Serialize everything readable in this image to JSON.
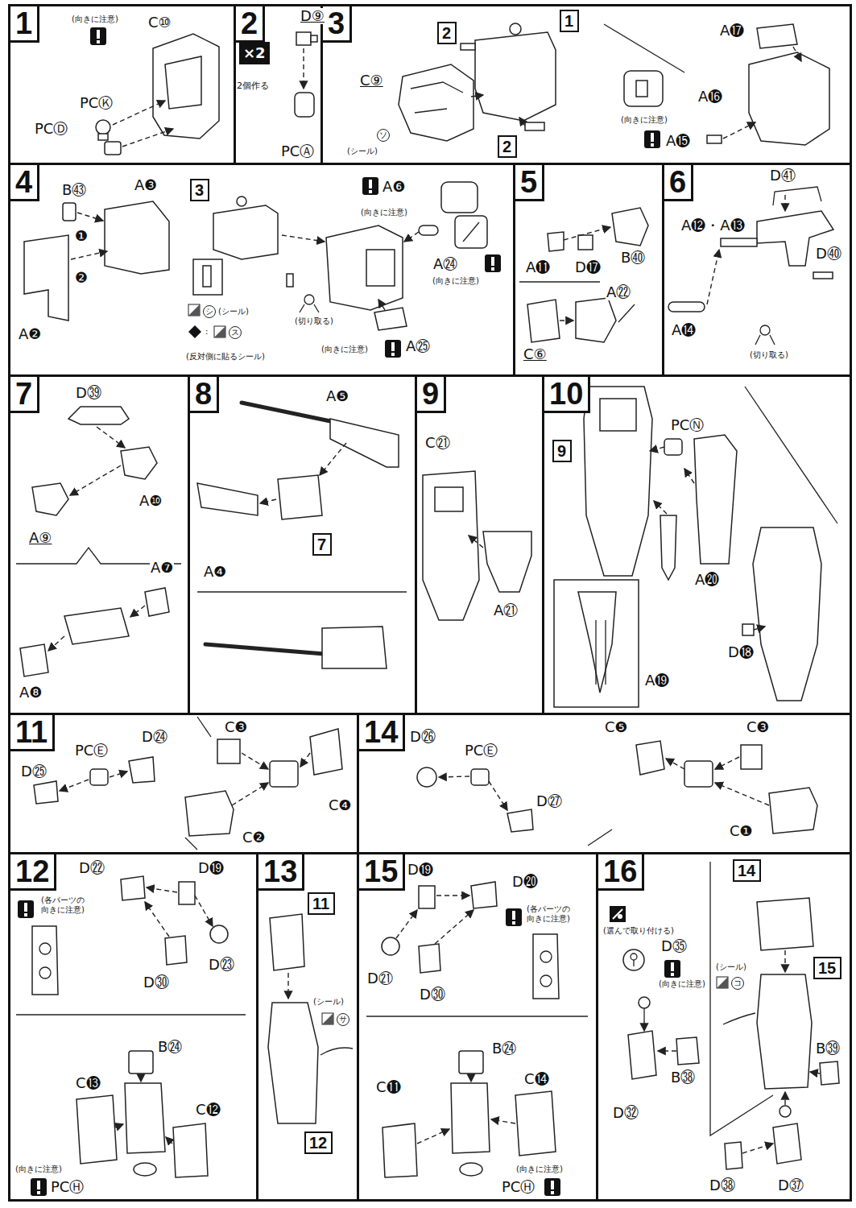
{
  "diagram": {
    "nodes": [
      {
        "text": [
          "1"
        ]
      },
      {
        "text": [
          "2"
        ]
      },
      {
        "text": [
          "×2"
        ],
        "in": 1
      },
      {
        "text": [
          "3"
        ]
      },
      {
        "text": [
          "2"
        ],
        "in": 3
      },
      {
        "text": [
          "1"
        ],
        "in": 3
      },
      {
        "text": [
          "2"
        ],
        "in": 3
      },
      {
        "text": [
          "4"
        ]
      },
      {
        "text": [
          "3"
        ],
        "in": 7
      },
      {
        "text": [
          "5"
        ]
      },
      {
        "text": [
          "6"
        ]
      },
      {
        "text": [
          "7"
        ]
      },
      {
        "text": [
          "8"
        ]
      },
      {
        "text": [
          "7"
        ],
        "in": 12
      },
      {
        "text": [
          "9"
        ]
      },
      {
        "text": [
          "10"
        ]
      },
      {
        "text": [
          "9"
        ],
        "in": 15
      },
      {
        "text": [
          "11"
        ]
      },
      {
        "text": [
          "14"
        ]
      },
      {
        "text": [
          "12"
        ]
      },
      {
        "text": [
          "13"
        ]
      },
      {
        "text": [
          "11"
        ],
        "in": 20
      },
      {
        "text": [
          "12"
        ],
        "in": 20
      },
      {
        "text": [
          "15"
        ]
      },
      {
        "text": [
          "16"
        ]
      },
      {
        "text": [
          "14"
        ],
        "in": 24
      },
      {
        "text": [
          "15"
        ],
        "in": 24
      }
    ],
    "labels": [
      "(向きに注意)",
      "PCⓀ",
      "C⑩",
      "PCⒹ",
      "2個作る",
      "D⑨",
      "PCⒶ",
      "C⑨",
      "ソ",
      "(シール)",
      "A⓱",
      "A⓰",
      "(向きに注意)",
      "A⓯",
      "B㊸",
      "A❸",
      "❶",
      "❷",
      "A❷",
      "A❻",
      "(向きに注意)",
      "A㉔",
      "(向きに注意)",
      "シ",
      "(シール)",
      ":",
      "ス",
      "(反対側に貼るシール)",
      "(切り取る)",
      "(向きに注意)",
      "A㉕",
      "A⓫",
      "D⓱",
      "B㊵",
      "A㉒",
      "C⑥",
      "D㊶",
      "A⓬・A⓭",
      "D㊵",
      "A⓮",
      "(切り取る)",
      "D㊴",
      "A❿",
      "A⑨",
      "A❼",
      "A❽",
      "A❺",
      "A❹",
      "C㉑",
      "A㉑",
      "PCⓃ",
      "A⓴",
      "A⓳",
      "D⓲",
      "D㉕",
      "PCⒺ",
      "D㉔",
      "C❸",
      "C❹",
      "C❷",
      "D㉖",
      "PCⒺ",
      "D㉗",
      "C❺",
      "C❸",
      "C❶",
      "D㉒",
      "D⓳",
      "(各パーツの 向きに注意)",
      "D㉓",
      "D㉚",
      "B㉔",
      "C⓭",
      "C⓬",
      "(向きに注意)",
      "PCⒽ",
      "(シール)",
      "サ",
      "D⓳",
      "D⓴",
      "(各パーツの 向きに注意)",
      "D㉑",
      "D㉚",
      "B㉔",
      "C⓫",
      "C⓮",
      "(向きに注意)",
      "PCⒽ",
      "(選んで取り付ける)",
      "D㉟",
      "(向きに注意)",
      "B㊳",
      "D㉜",
      "(シール)",
      "コ",
      "B㊴",
      "D㊳",
      "D㊲"
    ]
  }
}
